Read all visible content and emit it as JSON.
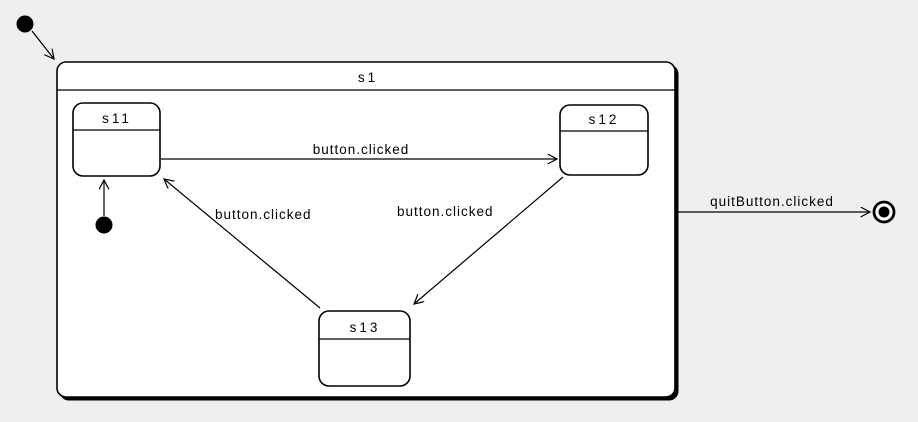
{
  "colors": {
    "background": "#efefed",
    "state_fill": "#ffffff",
    "stroke": "#000000"
  },
  "diagram": {
    "kind": "uml-statechart",
    "states": [
      {
        "id": "s1",
        "label": "s1",
        "contains": [
          "s11",
          "s12",
          "s13"
        ]
      },
      {
        "id": "s11",
        "label": "s11"
      },
      {
        "id": "s12",
        "label": "s12"
      },
      {
        "id": "s13",
        "label": "s13"
      }
    ],
    "transitions": [
      {
        "from": "initial",
        "to": "s1",
        "label": ""
      },
      {
        "from": "initial.s1",
        "to": "s11",
        "label": ""
      },
      {
        "from": "s11",
        "to": "s12",
        "label": "button.clicked"
      },
      {
        "from": "s12",
        "to": "s13",
        "label": "button.clicked"
      },
      {
        "from": "s13",
        "to": "s11",
        "label": "button.clicked"
      },
      {
        "from": "s1",
        "to": "final",
        "label": "quitButton.clicked"
      }
    ]
  }
}
